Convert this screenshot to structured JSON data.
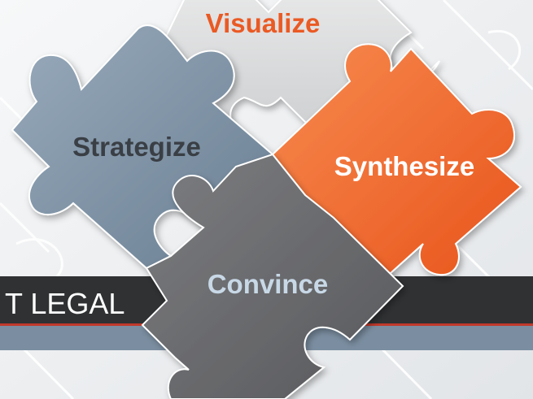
{
  "banner": {
    "text": "T LEGAL"
  },
  "pieces": {
    "visualize": {
      "label": "Visualize",
      "color": "#d9d9d9",
      "text_color": "#ea5a24"
    },
    "strategize": {
      "label": "Strategize",
      "color": "#7e93a6",
      "text_color": "#3a3f45"
    },
    "synthesize": {
      "label": "Synthesize",
      "color": "#f26a2e",
      "text_color": "#ffffff"
    },
    "convince": {
      "label": "Convince",
      "color": "#6c6d70",
      "text_color": "#c8d8e6"
    }
  },
  "colors": {
    "background": "#eef0f2",
    "banner_dark": "#2f3133",
    "banner_stripe": "#7b8ea1",
    "banner_accent": "#c0392b"
  }
}
